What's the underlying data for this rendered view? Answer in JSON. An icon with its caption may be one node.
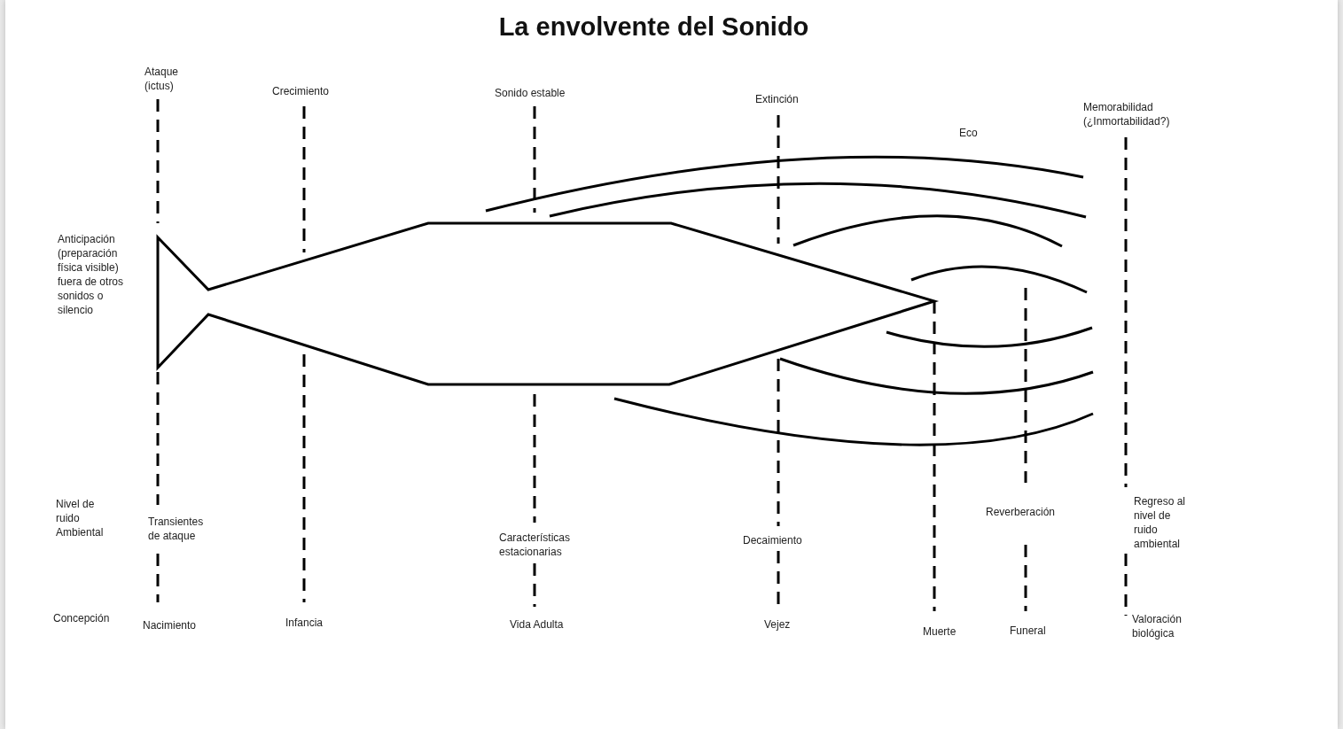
{
  "diagram": {
    "title": "La envolvente del Sonido",
    "labels": [
      "Ataque (ictus)",
      "Crecimiento",
      "Sonido estable",
      "Extinción",
      "Memorabilidad (¿Inmortabilidad?)",
      "Eco",
      "Anticipación (preparación física visible) fuera de otros sonidos o silencio",
      "Nivel de ruido Ambiental",
      "Regreso al nivel de ruido ambiental",
      "Reverberación",
      "Transientes de ataque",
      "Características estacionarias",
      "Decaimiento",
      "Concepción",
      "Valoración biológica",
      "Infancia",
      "Vejez",
      "Vida Adulta",
      "Nacimiento",
      "Funeral",
      "Muerte"
    ]
  }
}
